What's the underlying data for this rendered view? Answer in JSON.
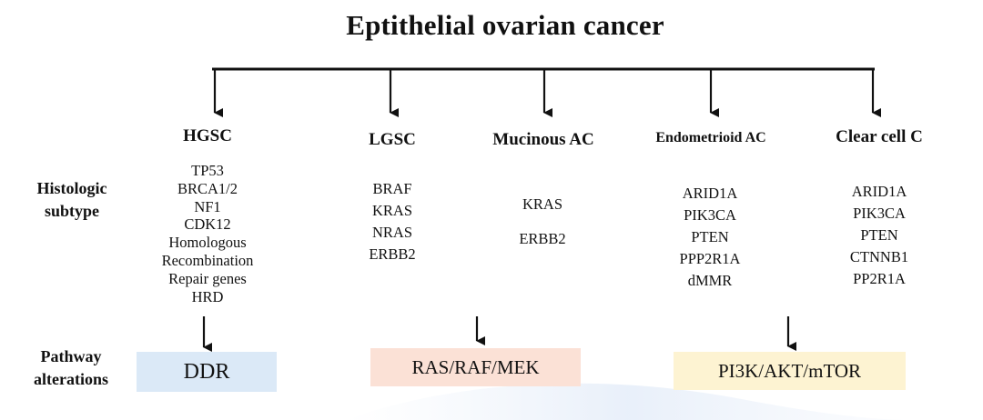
{
  "title": "Eptithelial ovarian cancer",
  "row_labels": {
    "histologic": [
      "Histologic",
      "subtype"
    ],
    "pathway": [
      "Pathway",
      "alterations"
    ]
  },
  "subtypes": [
    {
      "name": "HGSC",
      "genes": [
        "TP53",
        "BRCA1/2",
        "NF1",
        "CDK12",
        "Homologous",
        "Recombination",
        "Repair genes",
        "HRD"
      ]
    },
    {
      "name": "LGSC",
      "genes": [
        "BRAF",
        "KRAS",
        "NRAS",
        "ERBB2"
      ]
    },
    {
      "name": "Mucinous AC",
      "genes": [
        "KRAS",
        "ERBB2"
      ]
    },
    {
      "name": "Endometrioid AC",
      "genes": [
        "ARID1A",
        "PIK3CA",
        "PTEN",
        "PPP2R1A",
        "dMMR"
      ]
    },
    {
      "name": "Clear cell C",
      "genes": [
        "ARID1A",
        "PIK3CA",
        "PTEN",
        "CTNNB1",
        "PP2R1A"
      ]
    }
  ],
  "pathways": [
    "DDR",
    "RAS/RAF/MEK",
    "PI3K/AKT/mTOR"
  ],
  "colors": {
    "ddr": "#dbe9f7",
    "ras": "#fbe1d6",
    "pi3k": "#fdf3d2",
    "line": "#111111"
  }
}
